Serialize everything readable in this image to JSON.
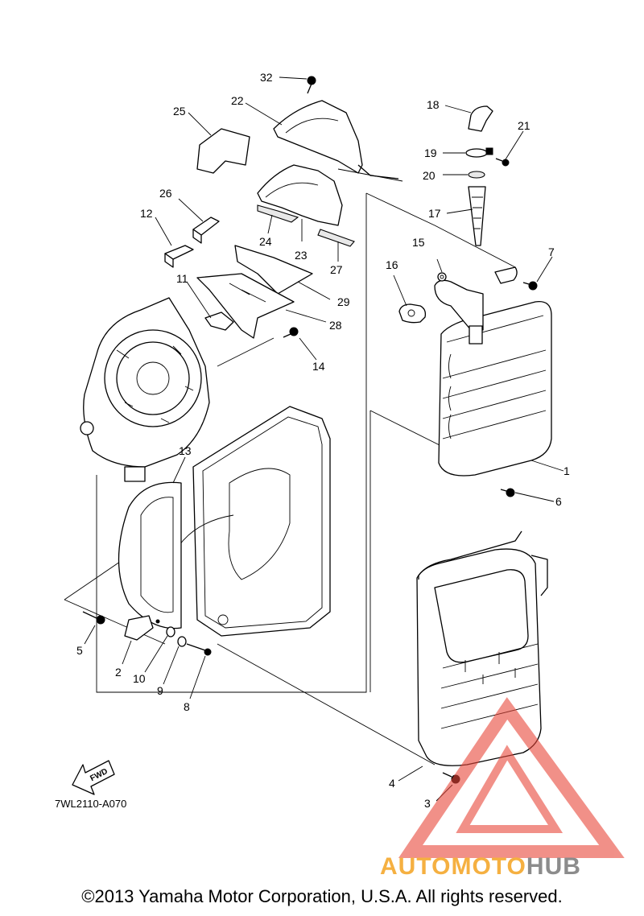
{
  "callouts": {
    "c1": "1",
    "c2": "2",
    "c3": "3",
    "c4": "4",
    "c5": "5",
    "c6": "6",
    "c7": "7",
    "c8": "8",
    "c9": "9",
    "c10": "10",
    "c11": "11",
    "c12": "12",
    "c13": "13",
    "c14": "14",
    "c15": "15",
    "c16": "16",
    "c17": "17",
    "c18": "18",
    "c19": "19",
    "c20": "20",
    "c21": "21",
    "c22": "22",
    "c23": "23",
    "c24": "24",
    "c25": "25",
    "c26": "26",
    "c27": "27",
    "c28": "28",
    "c29": "29",
    "c32": "32"
  },
  "fwd_label": "FWD",
  "diagram_code": "7WL2110-A070",
  "watermark": {
    "brand_a": "AUTOMOTO",
    "brand_b": "HUB",
    "color_triangle": "#e8473a",
    "color_auto": "#f5b041",
    "color_hub": "#8c8c8c"
  },
  "copyright": "©2013 Yamaha Motor Corporation, U.S.A. All rights reserved."
}
